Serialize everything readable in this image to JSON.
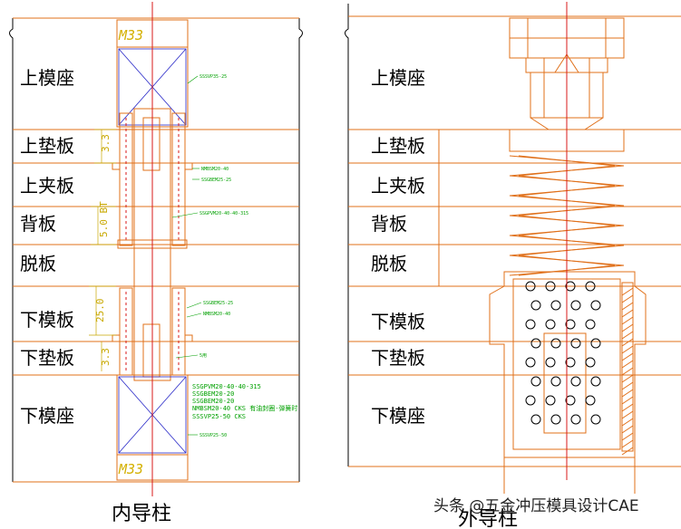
{
  "left_panel": {
    "plates": [
      "上模座",
      "上垫板",
      "上夹板",
      "背板",
      "脱板",
      "下模板",
      "下垫板",
      "下模座"
    ],
    "caption": "内导柱",
    "thread_top": "M33",
    "thread_bottom": "M33",
    "dimensions": [
      "3.3",
      "5.0 BT",
      "25.0",
      "3.3"
    ],
    "annotations": [
      "SSSVP35-25",
      "NMBSM20-40",
      "SSGBEM25-25",
      "SSGPVM20-40-40-315",
      "SSGBEM25-25",
      "NMBSM20-40",
      "5用",
      "SSGPVM20-40-40-315",
      "SSGBEM20-20",
      "SSGBEM20-20",
      "NMBSM20-40  CKS 有油封圈-弹簧时",
      "SSSVP25-50  CKS",
      "SSSVP25-50"
    ]
  },
  "right_panel": {
    "plates": [
      "上模座",
      "上垫板",
      "上夹板",
      "背板",
      "脱板",
      "下模板",
      "下垫板",
      "下模座"
    ],
    "caption": "外导柱"
  },
  "watermark": "头条 @五金冲压模具设计CAE",
  "colors": {
    "outline": "#e0701a",
    "center": "#d81a1a",
    "cross": "#2828c8",
    "note": "#00a000",
    "dim": "#c8a800"
  }
}
